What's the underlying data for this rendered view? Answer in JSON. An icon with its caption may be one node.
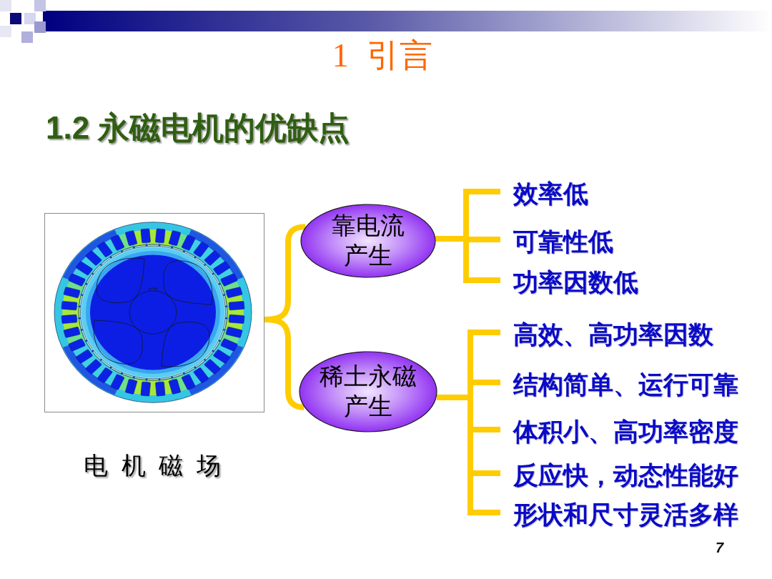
{
  "diagram": {
    "title": "1 引言",
    "nodes": [
      {
        "text": [],
        "shape": "picture",
        "beside": [
          "电 机 磁 场"
        ]
      },
      {
        "text": [
          "靠电流产生"
        ]
      },
      {
        "text": [
          "稀土永磁产生"
        ]
      },
      {
        "text": [
          "效率低"
        ]
      },
      {
        "text": [
          "可靠性低"
        ]
      },
      {
        "text": [
          "功率因数低"
        ]
      },
      {
        "text": [
          "高效、高功率因数"
        ]
      },
      {
        "text": [
          "结构简单、运行可靠"
        ]
      },
      {
        "text": [
          "体积小、高功率密度"
        ]
      },
      {
        "text": [
          "反应快，动态性能好"
        ]
      },
      {
        "text": [
          "形状和尺寸灵活多样"
        ]
      }
    ],
    "edges": [
      {
        "from": 0,
        "to": 1,
        "arrow": "none"
      },
      {
        "from": 0,
        "to": 2,
        "arrow": "none"
      },
      {
        "from": 1,
        "to": 3,
        "arrow": "none"
      },
      {
        "from": 1,
        "to": 4,
        "arrow": "none"
      },
      {
        "from": 1,
        "to": 5,
        "arrow": "none"
      },
      {
        "from": 2,
        "to": 6,
        "arrow": "none"
      },
      {
        "from": 2,
        "to": 7,
        "arrow": "none"
      },
      {
        "from": 2,
        "to": 8,
        "arrow": "none"
      },
      {
        "from": 2,
        "to": 9,
        "arrow": "none"
      },
      {
        "from": 2,
        "to": 10,
        "arrow": "none"
      }
    ],
    "labels": [
      "1.2 永磁电机的优缺点",
      "7"
    ]
  }
}
